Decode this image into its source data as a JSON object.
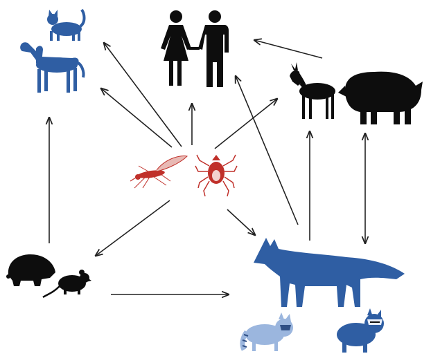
{
  "diagram": {
    "description_type": "transmission-diagram",
    "colors": {
      "vector": "#c0302a",
      "domestic_or_reservoir_blue": "#2f5ea3",
      "light_blue": "#9bb6de",
      "black": "#0d0d0d",
      "arrow": "#222222"
    },
    "nodes": [
      {
        "id": "cat",
        "icon": "cat-icon",
        "color": "blue"
      },
      {
        "id": "dog",
        "icon": "dog-icon",
        "color": "blue"
      },
      {
        "id": "humans",
        "icon": "man-woman-icon",
        "color": "black"
      },
      {
        "id": "deer",
        "icon": "deer-icon",
        "color": "black"
      },
      {
        "id": "wild-boar",
        "icon": "wild-boar-icon",
        "color": "black"
      },
      {
        "id": "mosquito",
        "icon": "mosquito-icon",
        "color": "red"
      },
      {
        "id": "tick",
        "icon": "tick-icon",
        "color": "red"
      },
      {
        "id": "hedgehog",
        "icon": "hedgehog-icon",
        "color": "black"
      },
      {
        "id": "rodent",
        "icon": "mouse-icon",
        "color": "black"
      },
      {
        "id": "fox",
        "icon": "fox-icon",
        "color": "blue"
      },
      {
        "id": "raccoon",
        "icon": "raccoon-icon",
        "color": "light-blue"
      },
      {
        "id": "raccoon-dog",
        "icon": "raccoon-dog-icon",
        "color": "blue"
      }
    ],
    "edges": [
      {
        "from": "vectors",
        "to": "cat"
      },
      {
        "from": "vectors",
        "to": "dog"
      },
      {
        "from": "vectors",
        "to": "humans"
      },
      {
        "from": "vectors",
        "to": "deer"
      },
      {
        "from": "vectors",
        "to": "small-mammals"
      },
      {
        "from": "vectors",
        "to": "fox"
      },
      {
        "from": "fox",
        "to": "humans"
      },
      {
        "from": "fox",
        "to": "deer"
      },
      {
        "from": "fox",
        "to": "wild-boar",
        "bidirectional": true
      },
      {
        "from": "wild-boar",
        "to": "humans"
      },
      {
        "from": "small-mammals",
        "to": "dog"
      },
      {
        "from": "small-mammals",
        "to": "fox"
      }
    ]
  }
}
